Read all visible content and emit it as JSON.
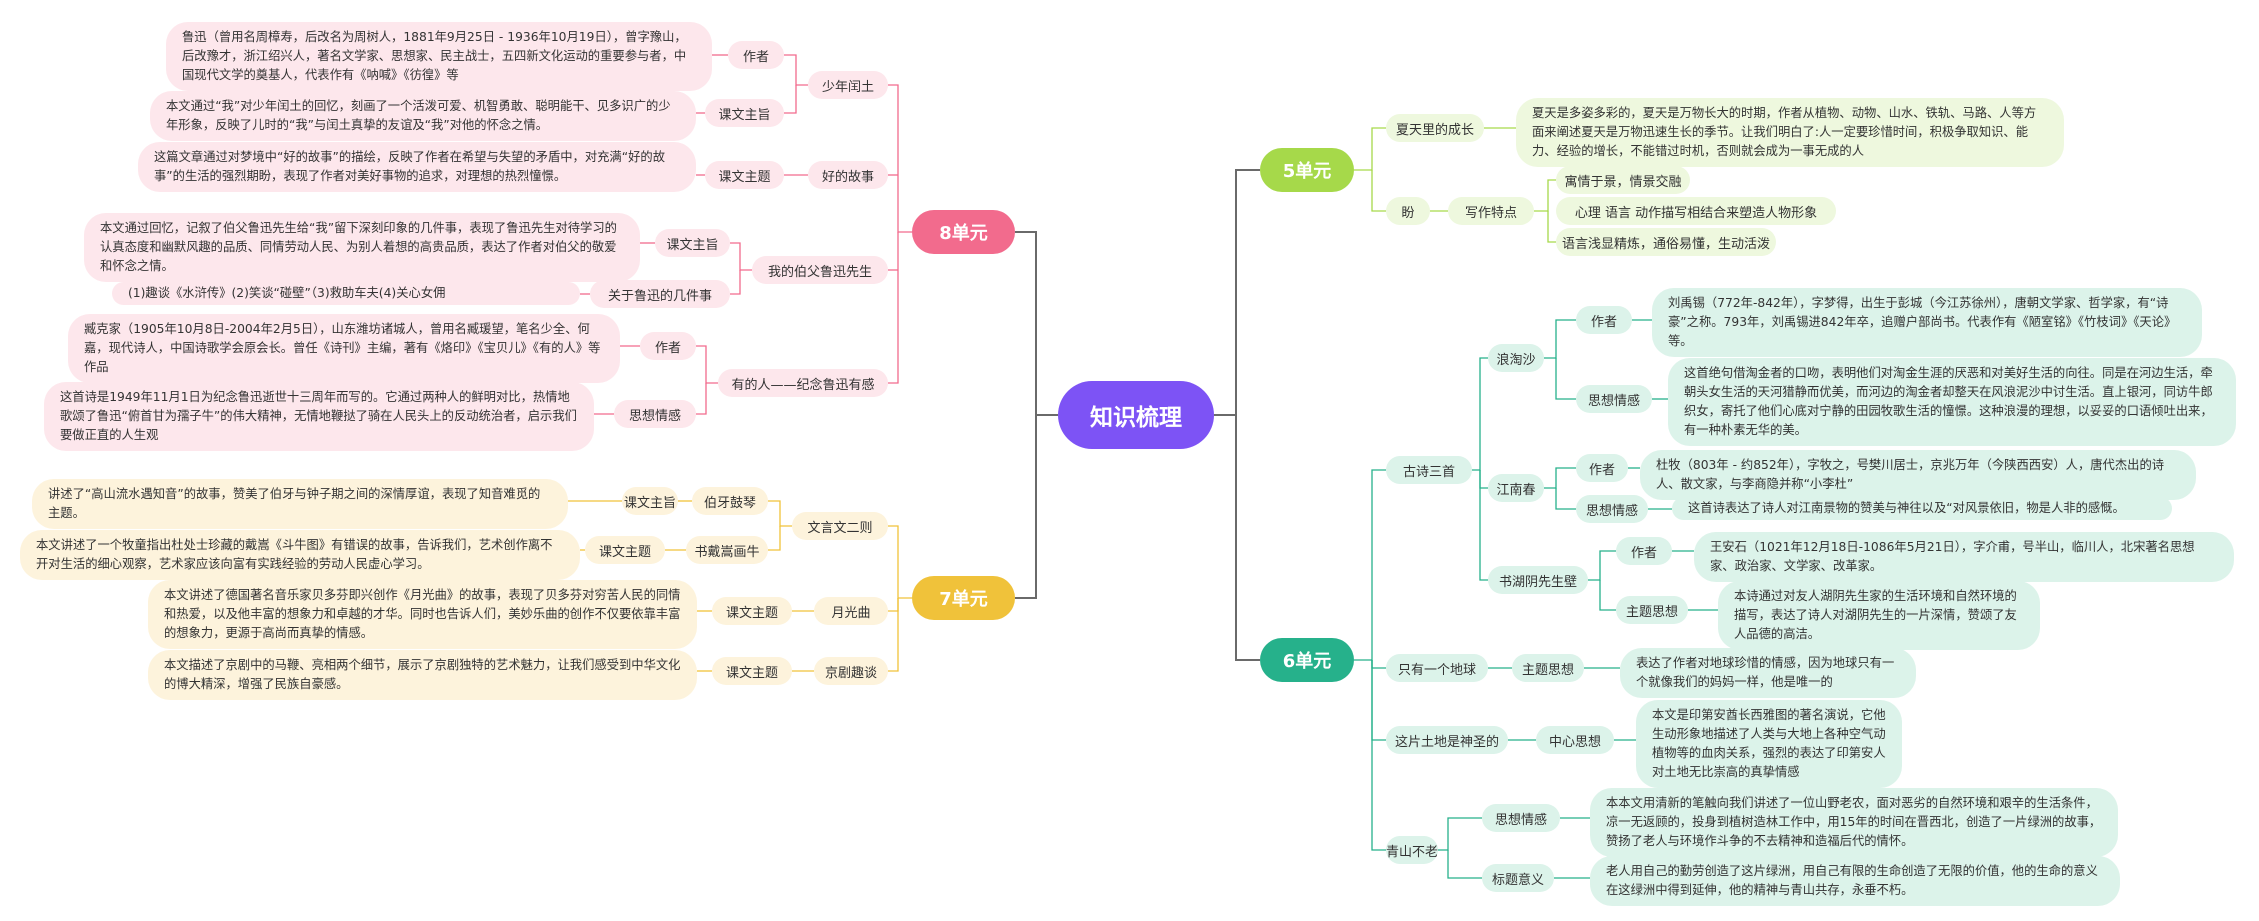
{
  "root": "知识梳理",
  "colors": {
    "root": "#7d53f5",
    "u8": "#f26b8d",
    "u7": "#f0c23a",
    "u5": "#a6d94a",
    "u6": "#26b18b"
  },
  "u8": {
    "label": "8单元",
    "lessons": [
      "少年闰土",
      "好的故事",
      "我的伯父鲁迅先生",
      "有的人——纪念鲁迅有感"
    ],
    "tags": {
      "author": "作者",
      "theme": "课文主旨",
      "topic": "课文主题",
      "story": "关于鲁迅的几件事",
      "sentiment": "思想情感"
    },
    "texts": {
      "luxun": "鲁迅（曾用名周樟寿，后改名为周树人，1881年9月25日 - 1936年10月19日），曾字豫山，后改豫才，浙江绍兴人，著名文学家、思想家、民主战士，五四新文化运动的重要参与者，中国现代文学的奠基人，代表作有《呐喊》《彷徨》等",
      "runtu": "本文通过“我”对少年闰土的回忆，刻画了一个活泼可爱、机智勇敢、聪明能干、见多识广的少年形象，反映了儿时的“我”与闰土真挚的友谊及“我”对他的怀念之情。",
      "story": "这篇文章通过对梦境中“好的故事”的描绘，反映了作者在希望与失望的矛盾中，对充满“好的故事”的生活的强烈期盼，表现了作者对美好事物的追求，对理想的热烈憧憬。",
      "uncle": "本文通过回忆，记叙了伯父鲁迅先生给“我”留下深刻印象的几件事，表现了鲁迅先生对待学习的认真态度和幽默风趣的品质、同情劳动人民、为别人着想的高贵品质，表达了作者对伯父的敬爱和怀念之情。",
      "events": "(1)趣谈《水浒传》(2)笑谈“碰壁”（3)救助车夫(4)关心女佣",
      "zangkejia": "臧克家（1905年10月8日-2004年2月5日），山东潍坊诸城人，曾用名臧瑗望，笔名少全、何嘉，现代诗人，中国诗歌学会原会长。曾任《诗刊》主编，著有《烙印》《宝贝儿》《有的人》等作品",
      "poem": "这首诗是1949年11月1日为纪念鲁迅逝世十三周年而写的。它通过两种人的鲜明对比，热情地歌颂了鲁迅“俯首甘为孺子牛”的伟大精神，无情地鞭挞了骑在人民头上的反动统治者，启示我们要做正直的人生观"
    }
  },
  "u7": {
    "label": "7单元",
    "lessons": [
      "文言文二则",
      "伯牙鼓琴",
      "书戴嵩画牛",
      "月光曲",
      "京剧趣谈"
    ],
    "tags": {
      "theme": "课文主旨",
      "topic": "课文主题"
    },
    "texts": {
      "boya": "讲述了“高山流水遇知音”的故事，赞美了伯牙与钟子期之间的深情厚谊，表现了知音难觅的主题。",
      "niu": "本文讲述了一个牧童指出杜处士珍藏的戴嵩《斗牛图》有错误的故事，告诉我们，艺术创作离不开对生活的细心观察，艺术家应该向富有实践经验的劳动人民虚心学习。",
      "moon": "本文讲述了德国著名音乐家贝多芬即兴创作《月光曲》的故事，表现了贝多芬对穷苦人民的同情和热爱，以及他丰富的想象力和卓越的才华。同时也告诉人们，美妙乐曲的创作不仅要依靠丰富的想象力，更源于高尚而真挚的情感。",
      "opera": "本文描述了京剧中的马鞭、亮相两个细节，展示了京剧独特的艺术魅力，让我们感受到中华文化的博大精深，增强了民族自豪感。"
    }
  },
  "u5": {
    "label": "5单元",
    "lessons": [
      "夏天里的成长",
      "盼"
    ],
    "tags": {
      "style": "写作特点"
    },
    "texts": {
      "summer": "夏天是多姿多彩的，夏天是万物长大的时期，作者从植物、动物、山水、铁轨、马路、人等方面来阐述夏天是万物迅速生长的季节。让我们明白了:人一定要珍惜时间，积极争取知识、能力、经验的增长，不能错过时机，否则就会成为一事无成的人"
    },
    "points": [
      "寓情于景，情景交融",
      "心理  语言  动作描写相结合来塑造人物形象",
      "语言浅显精炼，通俗易懂，生动活泼"
    ]
  },
  "u6": {
    "label": "6单元",
    "lessons": [
      "古诗三首",
      "浪淘沙",
      "江南春",
      "书湖阴先生壁",
      "只有一个地球",
      "这片土地是神圣的",
      "青山不老"
    ],
    "tags": {
      "author": "作者",
      "sentiment": "思想情感",
      "theme_thought": "主题思想",
      "center": "中心思想",
      "meaning": "标题意义"
    },
    "texts": {
      "liuyuxi": "刘禹锡（772年-842年），字梦得，出生于彭城（今江苏徐州），唐朝文学家、哲学家，有“诗豪”之称。793年，刘禹锡进842年卒，追赠户部尚书。代表作有《陋室铭》《竹枝词》《天论》等。",
      "langtaosha": "这首绝句借淘金者的口吻，表明他们对淘金生涯的厌恶和对美好生活的向往。同是在河边生活，牵朝头女生活的天河猎静而优美，而河边的淘金者却整天在风浪泥沙中讨生活。直上银河，同访牛郎织女，寄托了他们心底对宁静的田园牧歌生活的憧憬。这种浪漫的理想，以妥妥的口语倾吐出来，有一种朴素无华的美。",
      "dumu": "杜牧（803年 - 约852年），字牧之，号樊川居士，京兆万年（今陕西西安）人，唐代杰出的诗人、散文家，与李商隐并称“小李杜”",
      "jiangnan": "这首诗表达了诗人对江南景物的赞美与神往以及“对风景依旧，物是人非的感慨。",
      "wanganshi": "王安石（1021年12月18日-1086年5月21日），字介甫，号半山，临川人，北宋著名思想家、政治家、文学家、改革家。",
      "husheng": "本诗通过对友人湖阴先生家的生活环境和自然环境的描写，表达了诗人对湖阴先生的一片深情，赞颂了友人品德的高洁。",
      "earth": "表达了作者对地球珍惜的情感，因为地球只有一个就像我们的妈妈一样，他是唯一的",
      "land": "本文是印第安酋长西雅图的著名演说，它他生动形象地描述了人类与大地上各种空气动植物等的血肉关系，强烈的表达了印第安人对土地无比崇高的真挚情感",
      "qingshan": "本本文用清新的笔触向我们讲述了一位山野老农，面对恶劣的自然环境和艰辛的生活条件，凉一无返顾的，投身到植树造林工作中，用15年的时间在晋西北，创造了一片绿洲的故事，赞扬了老人与环境作斗争的不去精神和造福后代的情怀。",
      "meaning": "老人用自己的勤劳创造了这片绿洲，用自己有限的生命创造了无限的价值，他的生命的意义在这绿洲中得到延伸，他的精神与青山共存，永垂不朽。"
    }
  }
}
